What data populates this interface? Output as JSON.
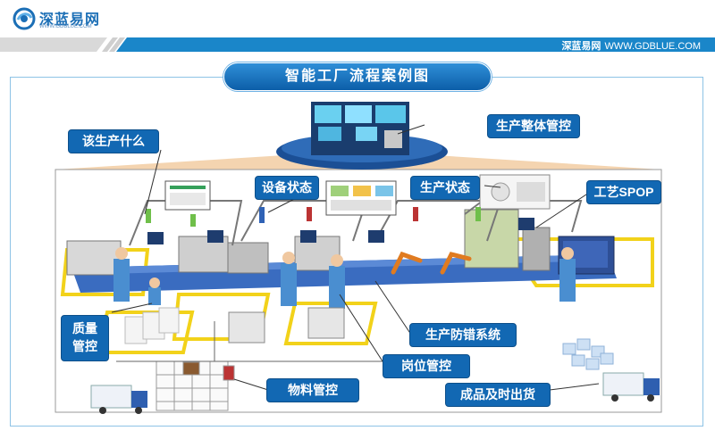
{
  "header": {
    "logo_cn": "深蓝易网",
    "logo_en": "WWW.GDBLUE.COM",
    "banner_cn": "深蓝易网",
    "banner_en": "WWW.GDBLUE.COM"
  },
  "diagram": {
    "title": "智能工厂流程案例图",
    "labels": {
      "what_to_produce": "该生产什么",
      "overall_control": "生产整体管控",
      "equipment_status": "设备状态",
      "production_status": "生产状态",
      "process_spop": "工艺SPOP",
      "quality_control_line1": "质量",
      "quality_control_line2": "管控",
      "error_proofing": "生产防错系统",
      "post_control": "岗位管控",
      "material_control": "物料管控",
      "finished_goods": "成品及时出货"
    }
  },
  "colors": {
    "brand_blue": "#1268b3",
    "banner_blue": "#1a86c9",
    "frame_border": "#8ec3e6",
    "yellow_zone": "#f2d21a",
    "worker_blue": "#4a8ed0"
  }
}
